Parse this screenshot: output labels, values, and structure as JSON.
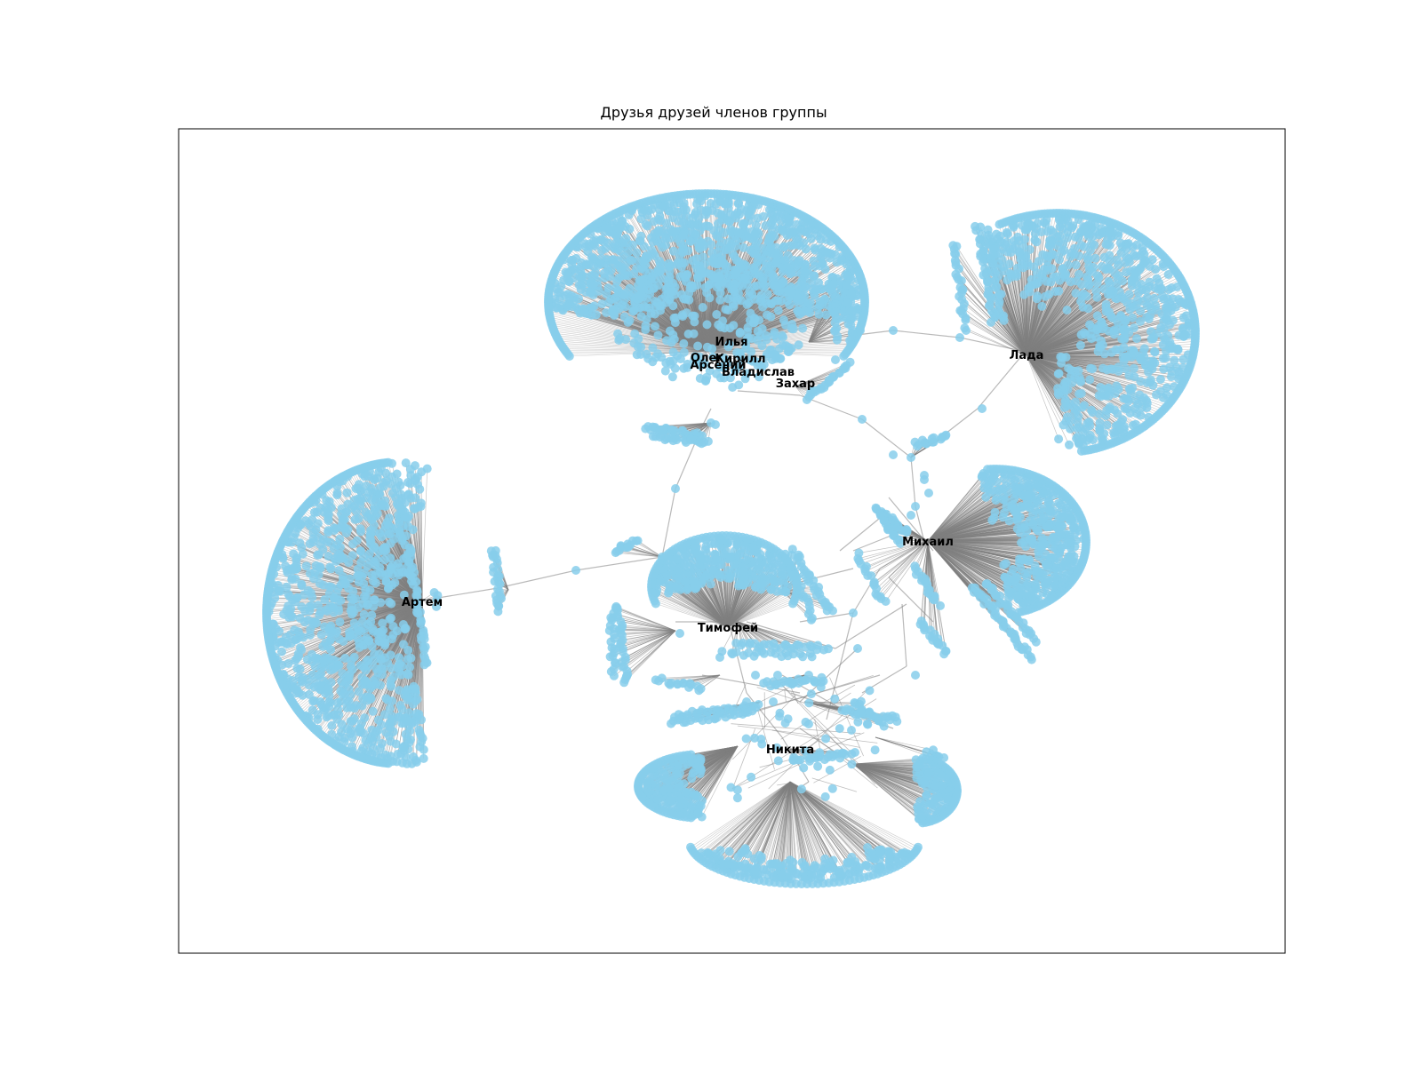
{
  "title": "Друзья друзей членов группы",
  "colors": {
    "node": "#87ceeb",
    "edge": "#808080",
    "frame": "#000000",
    "background": "#ffffff"
  },
  "hubs": [
    {
      "id": "ilya",
      "label": "Илья"
    },
    {
      "id": "oleg",
      "label": "Олег"
    },
    {
      "id": "kirill",
      "label": "Кирилл"
    },
    {
      "id": "arseniy",
      "label": "Арсений"
    },
    {
      "id": "vladislav",
      "label": "Владислав"
    },
    {
      "id": "zakhar",
      "label": "Захар"
    },
    {
      "id": "lada",
      "label": "Лада"
    },
    {
      "id": "mikhail",
      "label": "Михаил"
    },
    {
      "id": "artem",
      "label": "Артем"
    },
    {
      "id": "timofei",
      "label": "Тимофей"
    },
    {
      "id": "nikita",
      "label": "Никита"
    }
  ]
}
